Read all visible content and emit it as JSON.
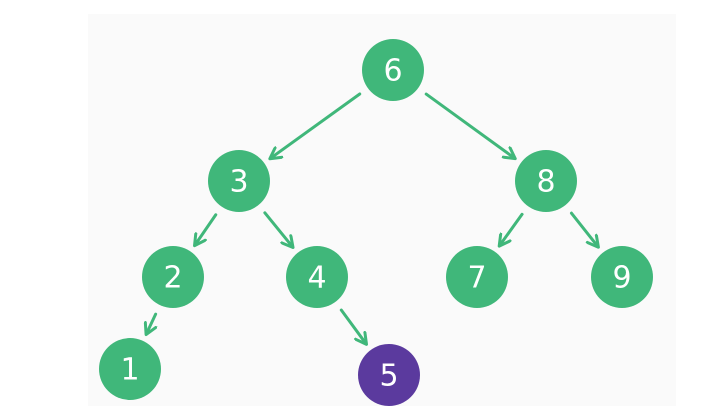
{
  "colors": {
    "node": "#40b77a",
    "highlight": "#5b3a9e",
    "edge": "#40b77a",
    "label": "#ffffff"
  },
  "tree": {
    "nodes": [
      {
        "id": "6",
        "label": "6",
        "highlighted": false
      },
      {
        "id": "3",
        "label": "3",
        "highlighted": false
      },
      {
        "id": "8",
        "label": "8",
        "highlighted": false
      },
      {
        "id": "2",
        "label": "2",
        "highlighted": false
      },
      {
        "id": "4",
        "label": "4",
        "highlighted": false
      },
      {
        "id": "7",
        "label": "7",
        "highlighted": false
      },
      {
        "id": "9",
        "label": "9",
        "highlighted": false
      },
      {
        "id": "1",
        "label": "1",
        "highlighted": false
      },
      {
        "id": "5",
        "label": "5",
        "highlighted": true
      }
    ],
    "edges": [
      {
        "from": "6",
        "to": "3"
      },
      {
        "from": "6",
        "to": "8"
      },
      {
        "from": "3",
        "to": "2"
      },
      {
        "from": "3",
        "to": "4"
      },
      {
        "from": "8",
        "to": "7"
      },
      {
        "from": "8",
        "to": "9"
      },
      {
        "from": "2",
        "to": "1"
      },
      {
        "from": "4",
        "to": "5"
      }
    ]
  }
}
